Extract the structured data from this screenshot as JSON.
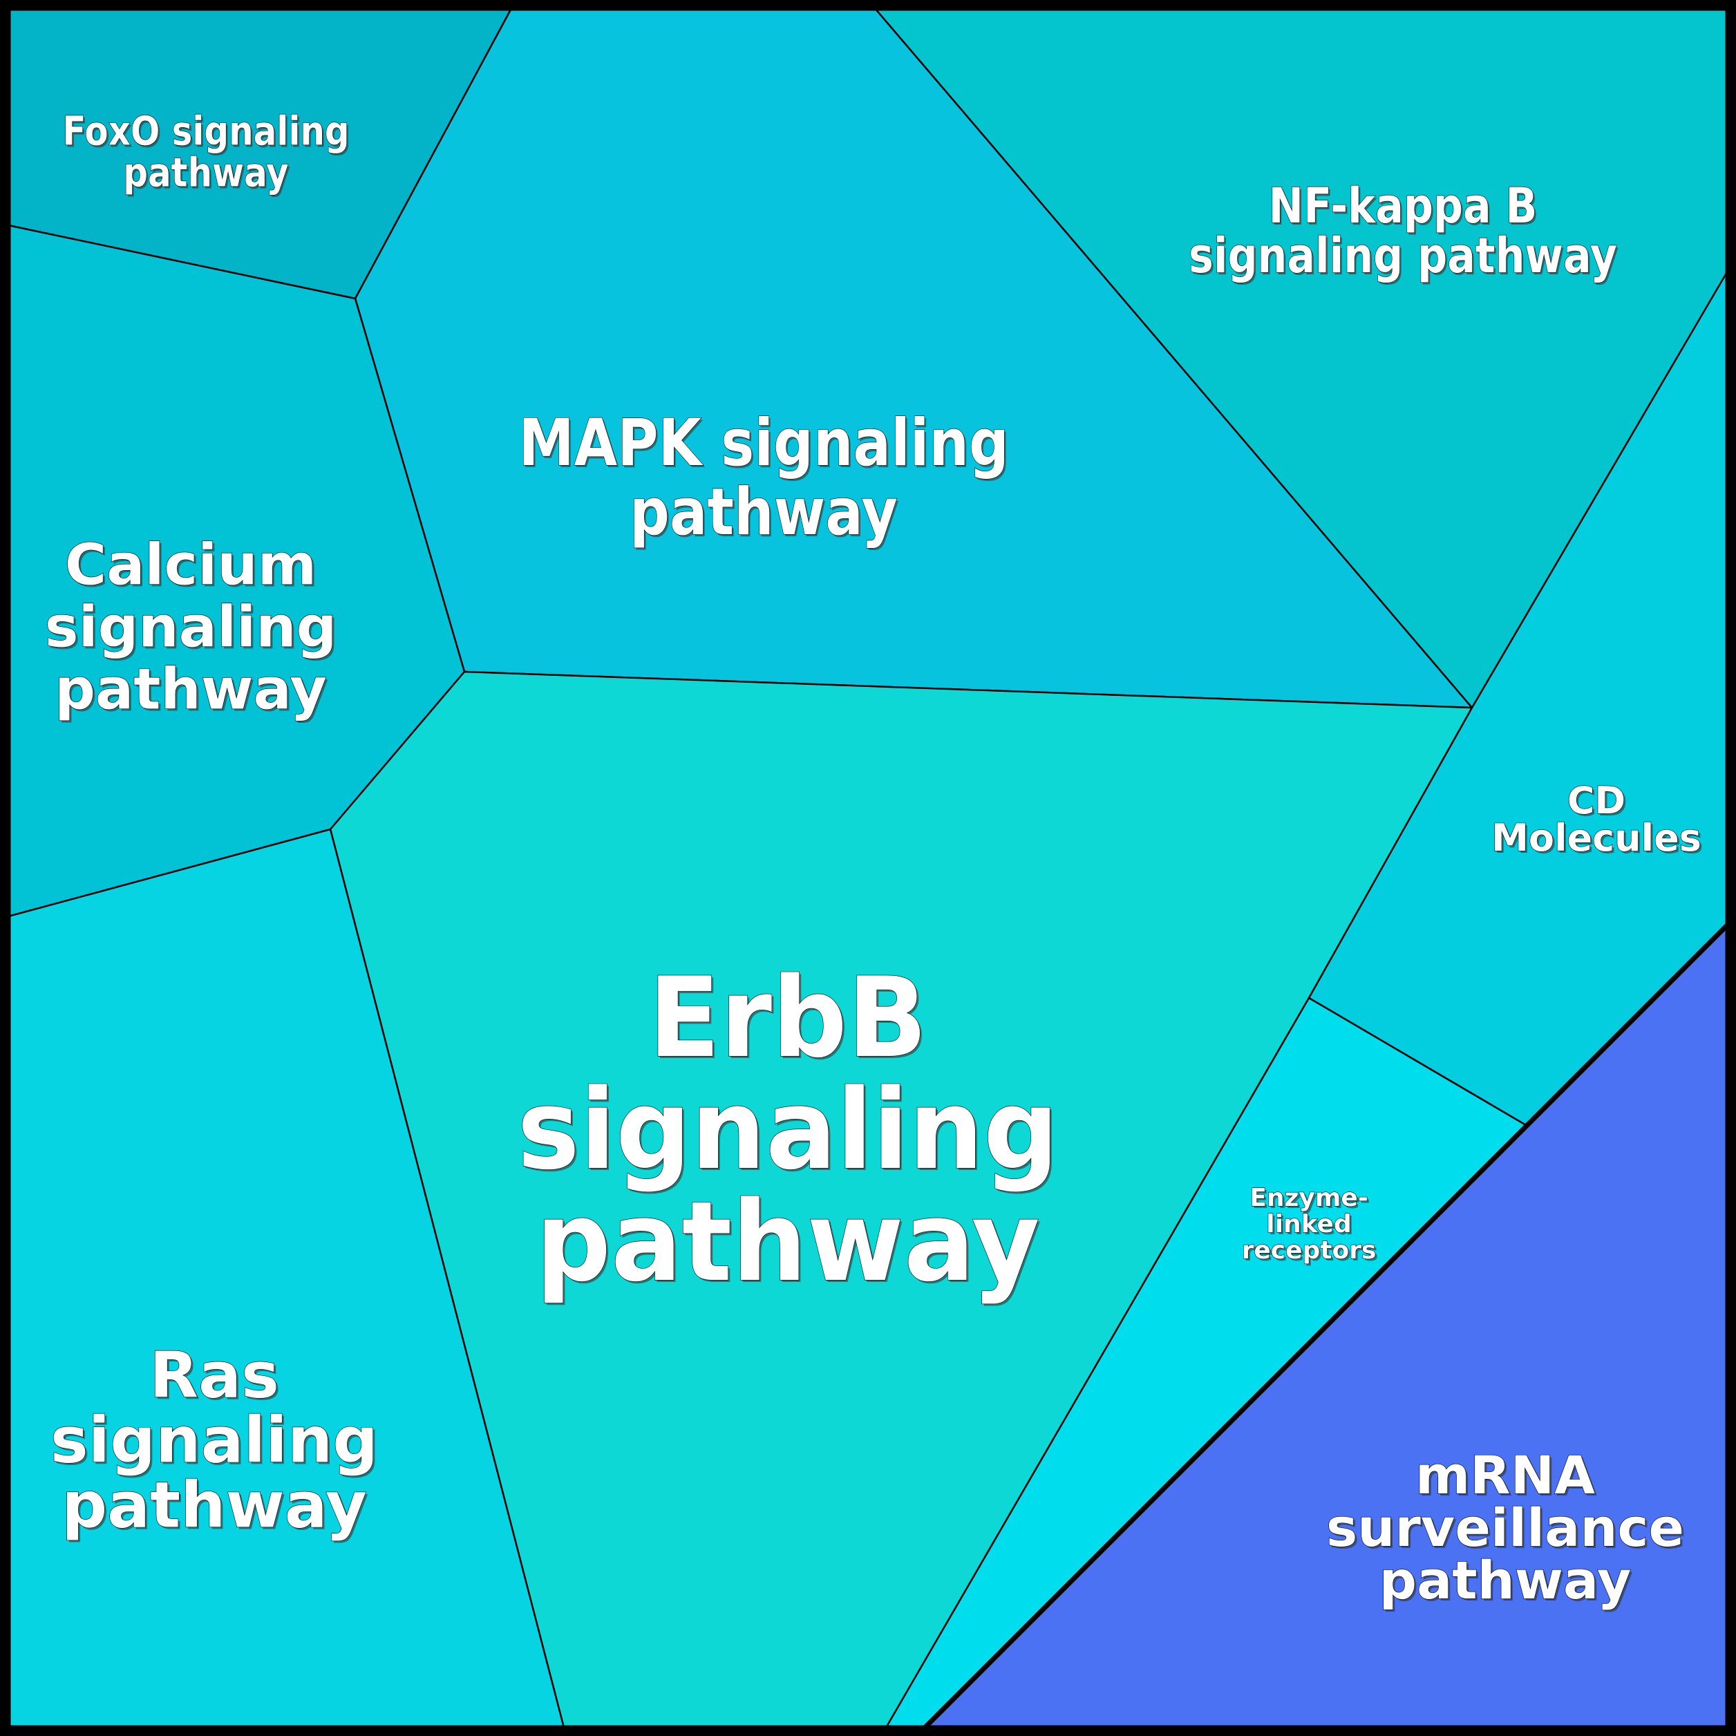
{
  "diagram": {
    "type": "voronoi-treemap",
    "groups": [
      {
        "name": "cyan-group",
        "cells": [
          {
            "id": "foxo",
            "label_lines": [
              "FoxO signaling",
              "pathway"
            ],
            "color": "#03B3C8"
          },
          {
            "id": "mapk",
            "label_lines": [
              "MAPK signaling",
              "pathway"
            ],
            "color": "#08C3DD"
          },
          {
            "id": "nfkb",
            "label_lines": [
              "NF-kappa B",
              "signaling pathway"
            ],
            "color": "#04C4CD"
          },
          {
            "id": "calcium",
            "label_lines": [
              "Calcium",
              "signaling",
              "pathway"
            ],
            "color": "#02C3D6"
          },
          {
            "id": "erbb",
            "label_lines": [
              "ErbB",
              "signaling",
              "pathway"
            ],
            "color": "#0DD8D6"
          },
          {
            "id": "ras",
            "label_lines": [
              "Ras",
              "signaling",
              "pathway"
            ],
            "color": "#06D4E2"
          },
          {
            "id": "cd",
            "label_lines": [
              "CD",
              "Molecules"
            ],
            "color": "#02CEDF"
          },
          {
            "id": "enzyme",
            "label_lines": [
              "Enzyme-",
              "linked",
              "receptors"
            ],
            "color": "#00DEEE"
          }
        ]
      },
      {
        "name": "blue-group",
        "cells": [
          {
            "id": "mrna",
            "label_lines": [
              "mRNA",
              "surveillance",
              "pathway"
            ],
            "color": "#4A72F2"
          }
        ]
      }
    ]
  }
}
